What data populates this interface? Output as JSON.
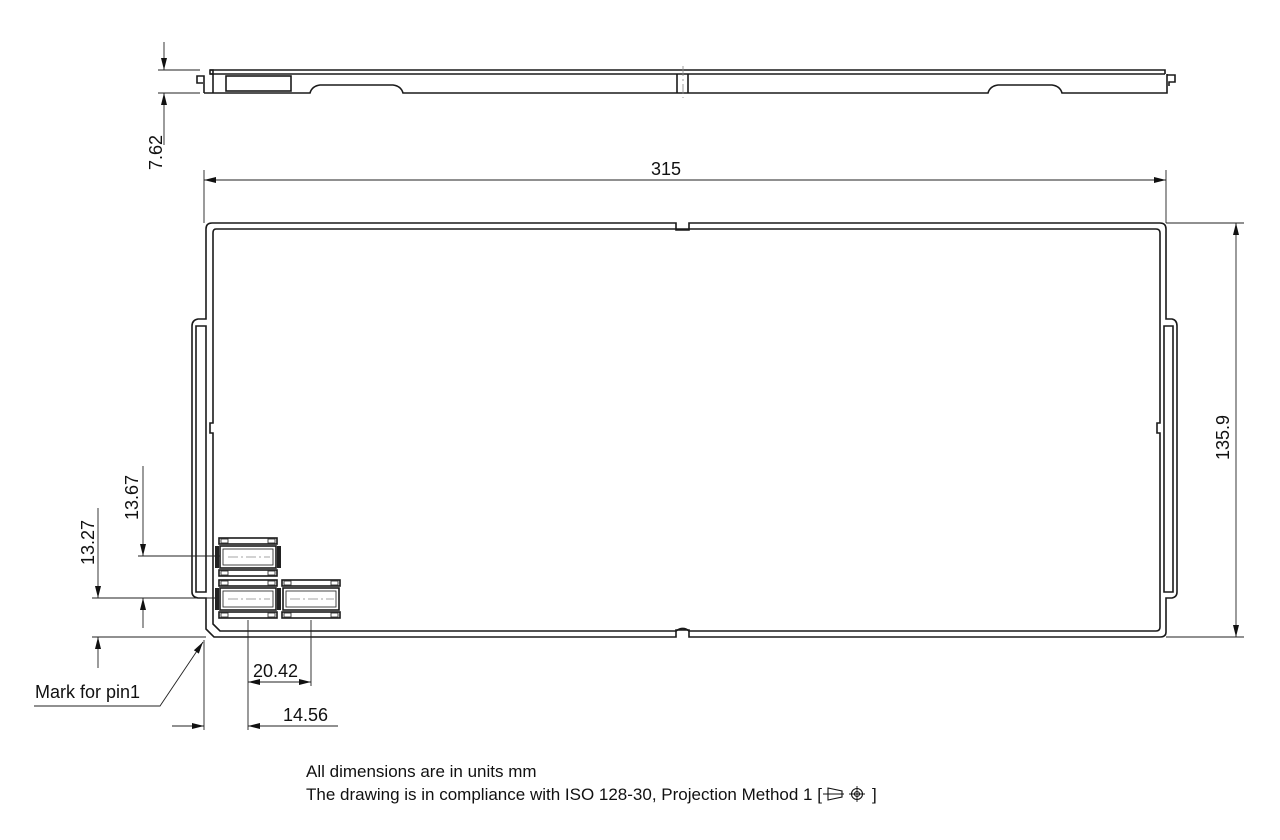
{
  "drawing": {
    "views": {
      "side_view": {
        "label": "side-view"
      },
      "top_view": {
        "label": "top-view"
      }
    },
    "dimensions": {
      "thickness": "7.62",
      "length": "315",
      "width": "135.9",
      "row_pitch_upper": "13.67",
      "row_pitch_lower": "13.27",
      "column_pitch": "20.42",
      "first_column_offset": "14.56"
    },
    "annotations": {
      "pin1_mark": "Mark for pin1"
    },
    "notes": {
      "line1": "All dimensions are in units mm",
      "line2_prefix": "The drawing is in compliance with ISO 128-30, Projection Method 1 [",
      "line2_suffix": "]",
      "projection_symbol": "first-angle-projection-symbol"
    },
    "colors": {
      "line": "#1a1a1a",
      "background": "#ffffff",
      "centerline": "#888888"
    }
  }
}
